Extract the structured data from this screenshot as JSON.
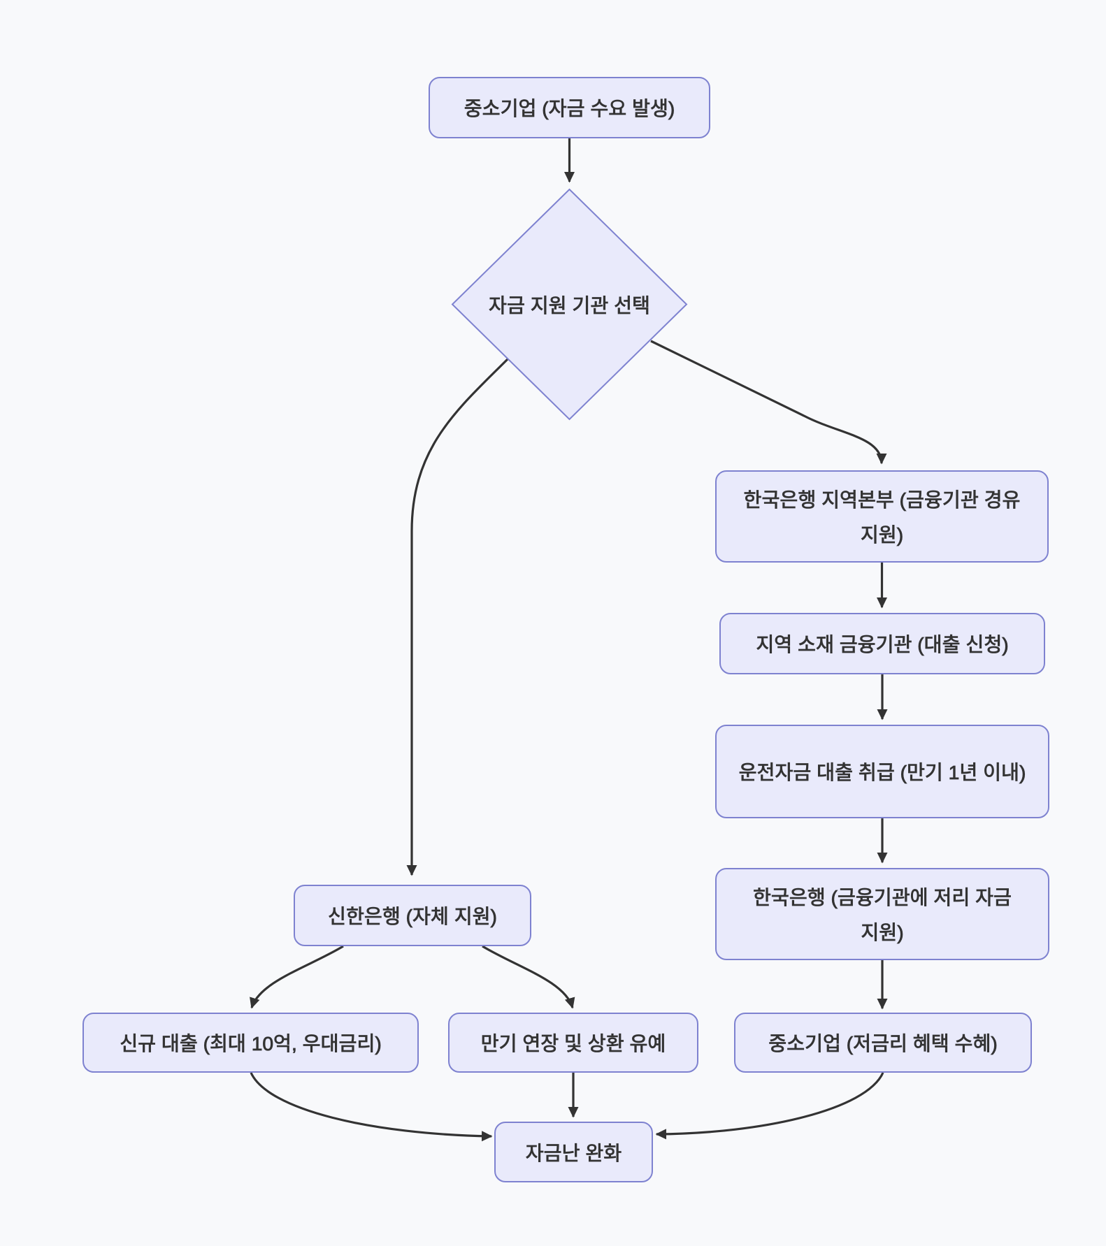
{
  "diagram": {
    "type": "flowchart",
    "direction": "top-down",
    "colors": {
      "background": "#f8f9fb",
      "node_fill": "#e9eafb",
      "node_border": "#7e82d0",
      "text": "#333333",
      "edge": "#333333"
    },
    "nodes": {
      "sme_start": {
        "label": "중소기업 (자금 수요 발생)",
        "shape": "rounded-rect"
      },
      "agency_choice": {
        "label": "자금 지원 기관 선택",
        "shape": "diamond"
      },
      "bok_regional_hq": {
        "label": "한국은행 지역본부 (금융기관 경유 지원)",
        "shape": "rounded-rect"
      },
      "local_financial_institution": {
        "label": "지역 소재 금융기관 (대출 신청)",
        "shape": "rounded-rect"
      },
      "working_capital_loan": {
        "label": "운전자금 대출 취급 (만기 1년 이내)",
        "shape": "rounded-rect"
      },
      "bok_low_rate_support": {
        "label": "한국은행 (금융기관에 저리 자금 지원)",
        "shape": "rounded-rect"
      },
      "shinhan_bank": {
        "label": "신한은행 (자체 지원)",
        "shape": "rounded-rect"
      },
      "new_loan": {
        "label": "신규 대출 (최대 10억, 우대금리)",
        "shape": "rounded-rect"
      },
      "maturity_extension": {
        "label": "만기 연장 및 상환 유예",
        "shape": "rounded-rect"
      },
      "sme_low_rate_benefit": {
        "label": "중소기업 (저금리 혜택 수혜)",
        "shape": "rounded-rect"
      },
      "funding_relief": {
        "label": "자금난 완화",
        "shape": "rounded-rect"
      }
    },
    "edges": [
      {
        "from": "sme_start",
        "to": "agency_choice"
      },
      {
        "from": "agency_choice",
        "to": "shinhan_bank"
      },
      {
        "from": "agency_choice",
        "to": "bok_regional_hq"
      },
      {
        "from": "bok_regional_hq",
        "to": "local_financial_institution"
      },
      {
        "from": "local_financial_institution",
        "to": "working_capital_loan"
      },
      {
        "from": "working_capital_loan",
        "to": "bok_low_rate_support"
      },
      {
        "from": "bok_low_rate_support",
        "to": "sme_low_rate_benefit"
      },
      {
        "from": "shinhan_bank",
        "to": "new_loan"
      },
      {
        "from": "shinhan_bank",
        "to": "maturity_extension"
      },
      {
        "from": "new_loan",
        "to": "funding_relief"
      },
      {
        "from": "maturity_extension",
        "to": "funding_relief"
      },
      {
        "from": "sme_low_rate_benefit",
        "to": "funding_relief"
      }
    ]
  }
}
